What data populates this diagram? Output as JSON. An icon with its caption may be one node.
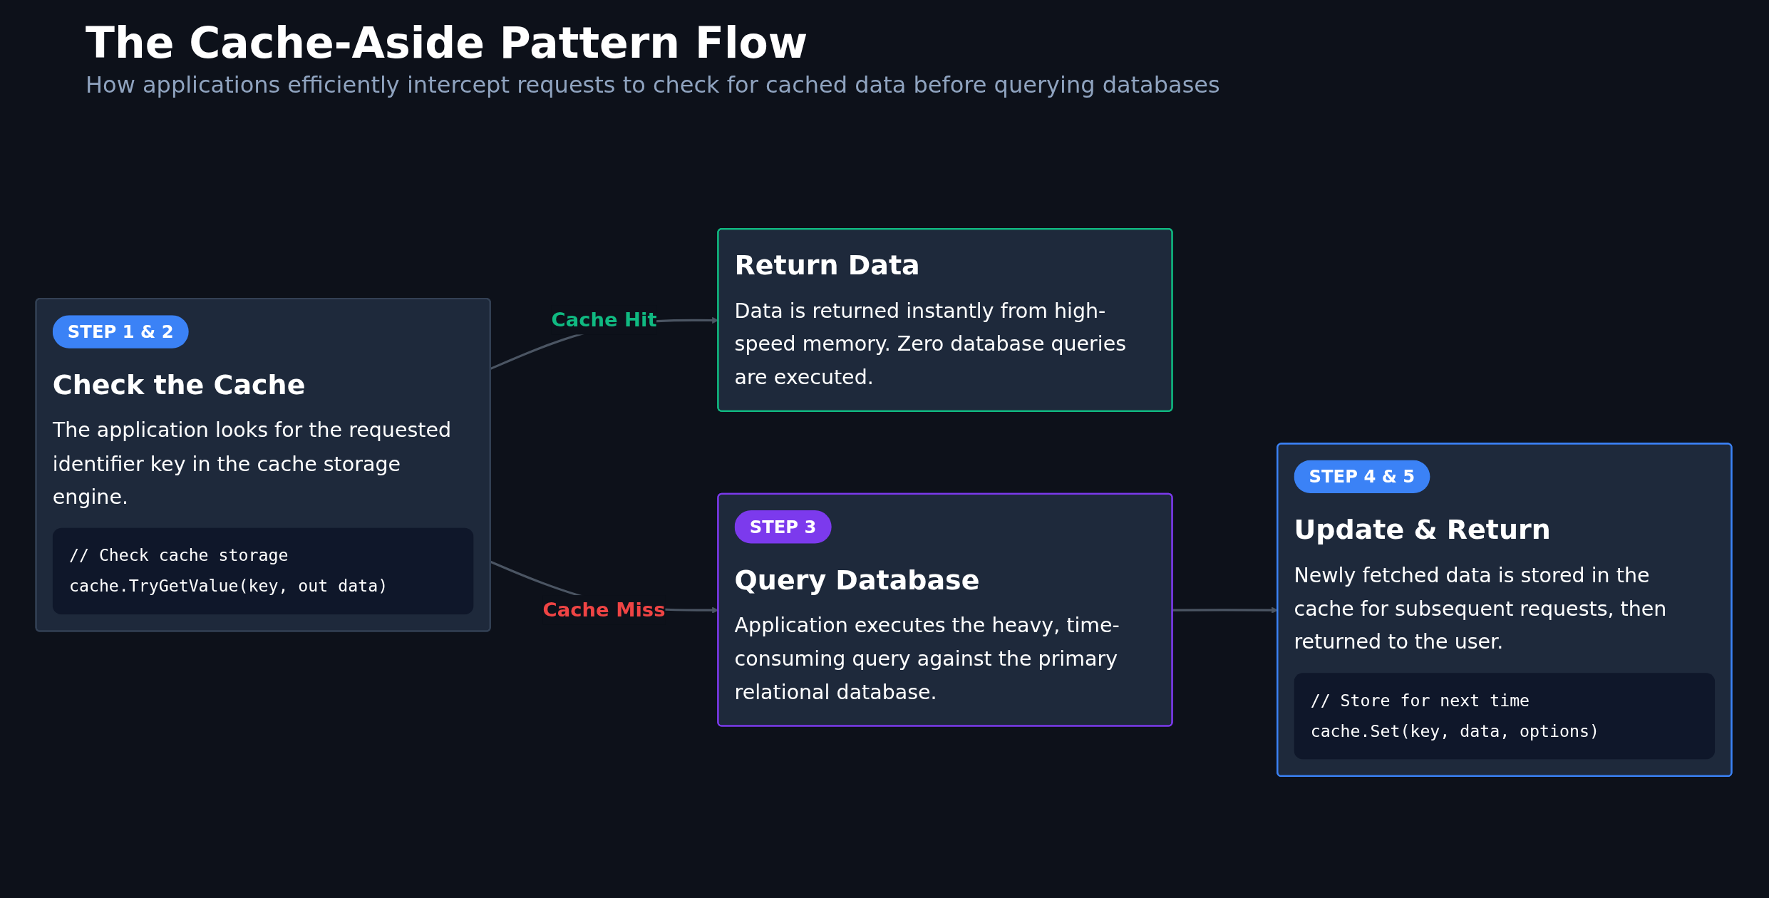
{
  "diagram": {
    "title": "The Cache-Aside Pattern Flow",
    "caption": "How applications efficiently intercept requests to check for cached data before querying databases",
    "nodes": [
      {
        "text": [
          "STEP 1 & 2",
          "Check the Cache",
          "The application looks for the requested identifier key in the cache storage engine.",
          "// Check cache storage",
          "cache.TryGetValue(key, out data)"
        ]
      },
      {
        "text": [
          "Return Data",
          "Data is returned instantly from high-speed memory. Zero database queries are executed."
        ]
      },
      {
        "text": [
          "STEP 3",
          "Query Database",
          "Application executes the heavy, time-consuming query against the primary relational database."
        ]
      },
      {
        "text": [
          "STEP 4 & 5",
          "Update & Return",
          "Newly fetched data is stored in the cache for subsequent requests, then returned to the user.",
          "// Store for next time",
          "cache.Set(key, data, options)"
        ]
      }
    ],
    "edges": [
      {
        "from": 0,
        "to": 1,
        "arrow": "to",
        "label": "Cache Hit"
      },
      {
        "from": 0,
        "to": 2,
        "arrow": "to",
        "label": "Cache Miss"
      },
      {
        "from": 2,
        "to": 3,
        "arrow": "to"
      }
    ]
  }
}
